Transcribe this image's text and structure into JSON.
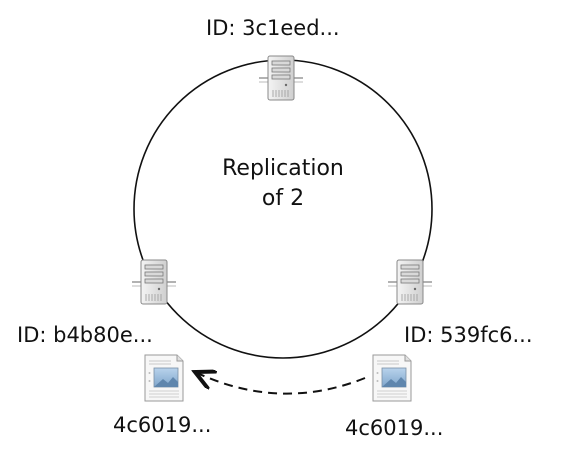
{
  "diagram": {
    "center_label": {
      "line1": "Replication",
      "line2": "of 2"
    },
    "nodes": [
      {
        "id_label": "ID: 3c1eed...",
        "icon": "server-icon"
      },
      {
        "id_label": "ID: b4b80e...",
        "icon": "server-icon"
      },
      {
        "id_label": "ID: 539fc6...",
        "icon": "server-icon"
      }
    ],
    "documents": [
      {
        "label": "4c6019...",
        "icon": "document-icon"
      },
      {
        "label": "4c6019...",
        "icon": "document-icon"
      }
    ],
    "arrow": {
      "style": "dashed",
      "direction": "from right document to left document"
    },
    "colors": {
      "line": "#111111",
      "server_body": "#e6e6e6",
      "doc_image_sky": "#8fb4d8",
      "doc_image_land": "#6b8fb0"
    }
  }
}
